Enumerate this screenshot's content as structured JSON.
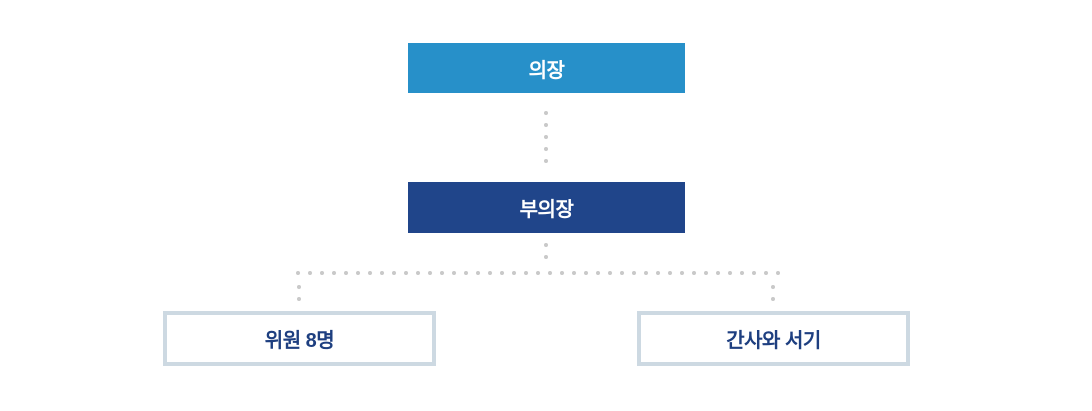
{
  "diagram": {
    "type": "org-chart",
    "nodes": [
      {
        "id": "chairman",
        "label": "의장",
        "level": 1,
        "variant": "solid-light-blue"
      },
      {
        "id": "vice-chairman",
        "label": "부의장",
        "level": 2,
        "variant": "solid-navy"
      },
      {
        "id": "members",
        "label": "위원 8명",
        "level": 3,
        "variant": "outlined"
      },
      {
        "id": "secretary-clerk",
        "label": "간사와 서기",
        "level": 3,
        "variant": "outlined"
      }
    ],
    "edges": [
      {
        "from": "chairman",
        "to": "vice-chairman",
        "style": "dotted"
      },
      {
        "from": "vice-chairman",
        "to": "members",
        "style": "dotted"
      },
      {
        "from": "vice-chairman",
        "to": "secretary-clerk",
        "style": "dotted"
      }
    ],
    "colors": {
      "chairman_bg": "#2790C9",
      "vice_chairman_bg": "#20458A",
      "outlined_border": "#CDD9E2",
      "outlined_text": "#1E3F80",
      "node_text_on_solid": "#FFFFFF",
      "connector_dot": "#C9C9C9",
      "background": "#FFFFFF"
    }
  }
}
